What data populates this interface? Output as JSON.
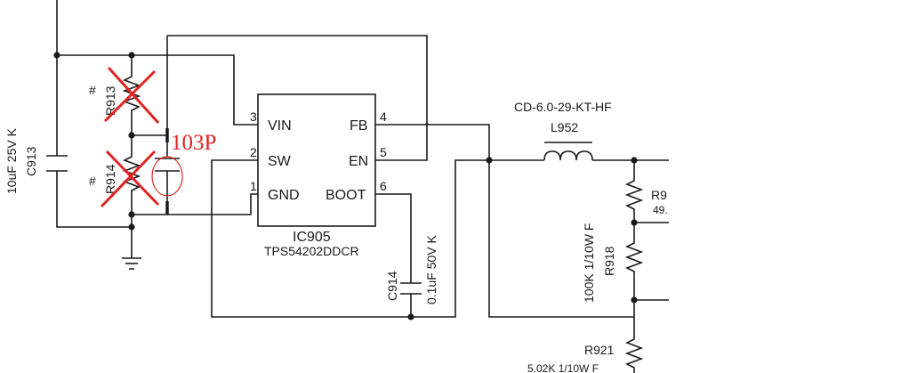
{
  "colors": {
    "wire": "#1a1a1a",
    "annotation": "#e02424",
    "background": "#ffffff"
  },
  "ic": {
    "ref": "IC905",
    "part": "TPS54202DDCR",
    "pins": {
      "vin": {
        "num": "3",
        "name": "VIN"
      },
      "sw": {
        "num": "2",
        "name": "SW"
      },
      "gnd": {
        "num": "1",
        "name": "GND"
      },
      "fb": {
        "num": "4",
        "name": "FB"
      },
      "en": {
        "num": "5",
        "name": "EN"
      },
      "boot": {
        "num": "6",
        "name": "BOOT"
      }
    }
  },
  "components": {
    "r913": {
      "ref": "R913",
      "mark": "#",
      "removed": true
    },
    "r914": {
      "ref": "R914",
      "mark": "#",
      "removed": true
    },
    "c913": {
      "ref": "C913",
      "value": "10uF 25V K"
    },
    "c914": {
      "ref": "C914",
      "value": "0.1uF 50V K"
    },
    "l952": {
      "ref": "L952",
      "part": "CD-6.0-29-KT-HF"
    },
    "r918": {
      "ref": "R918",
      "value": "100K 1/10W F"
    },
    "r9_top": {
      "ref": "R9",
      "value": "49."
    },
    "r921": {
      "ref": "R921",
      "value": "5.02K 1/10W F"
    }
  },
  "annotation": {
    "added_cap_value": "103P",
    "note": "red handwritten markup: R913 and R914 crossed out, capacitor added in parallel"
  },
  "symbols": [
    "ground-icon"
  ]
}
